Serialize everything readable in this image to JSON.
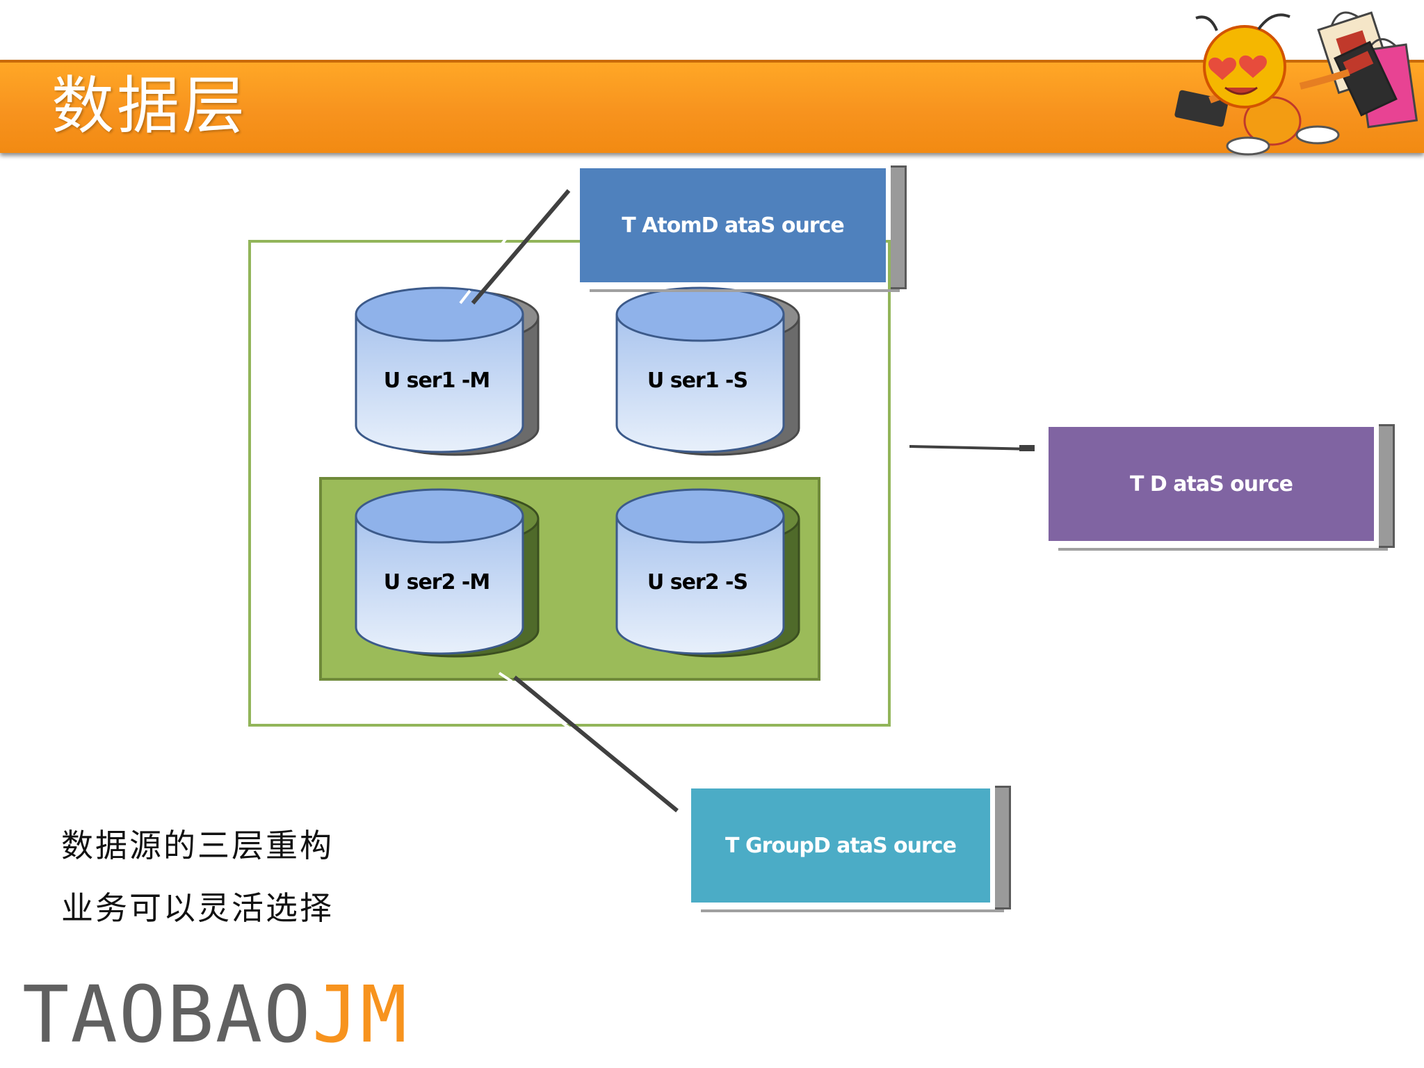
{
  "slide": {
    "title": "数据层",
    "notes": [
      "数据源的三层重构",
      "业务可以灵活选择"
    ]
  },
  "datasources": {
    "atom": "T AtomD ataS ource",
    "tds": "T D ataS ource",
    "group": "T GroupD ataS ource"
  },
  "databases": [
    "U ser1 -M",
    "U ser1 -S",
    "U ser2 -M",
    "U ser2 -S"
  ],
  "logo": {
    "part1": "TAOBAO",
    "part2": "JM"
  },
  "colors": {
    "header": "#f7931e",
    "atom": "#4f81bd",
    "tds": "#8064a2",
    "group": "#4bacc6",
    "group_box": "#9bbb59",
    "frame": "#92b55a",
    "cylinder": "#c6d9f1"
  }
}
